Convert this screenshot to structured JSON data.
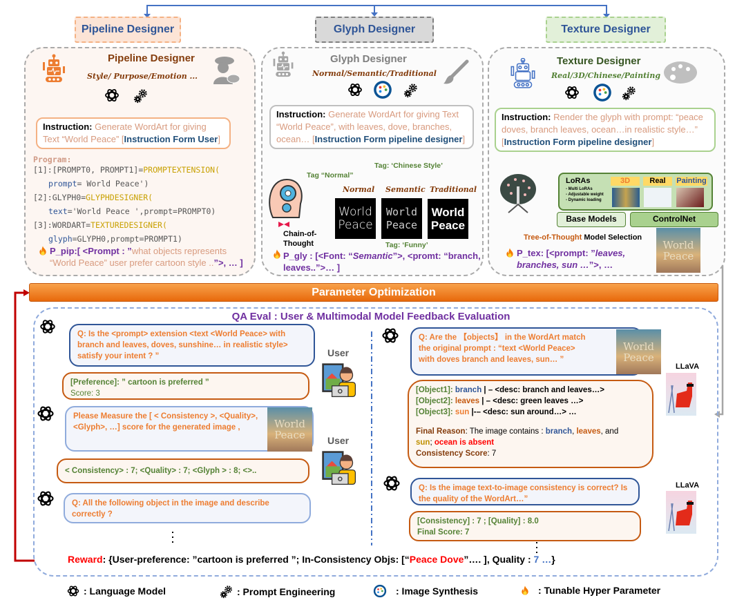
{
  "headers": {
    "pipeline": "Pipeline Designer",
    "glyph": "Glyph Designer",
    "texture": "Texture Designer"
  },
  "pipeline": {
    "title": "Pipeline Designer",
    "subtitle": "Style/ Purpose/Emotion ...",
    "instruction_label": "Instruction:",
    "instruction_text": "Generate WordArt for giving Text “World Peace” [",
    "instruction_form": "Instruction Form User",
    "instruction_end": "]",
    "program_label": "Program:",
    "code": [
      {
        "pre": "[1]:[PROMPT0, PROMPT1]=",
        "fn": "PROMPTEXTENSION(",
        "arg": ""
      },
      {
        "pre": "",
        "fn": "",
        "arg": "prompt",
        "rest": "= World Peace')"
      },
      {
        "pre": "[2]:GLYPH0=",
        "fn": "GLYPHDESIGNER(",
        "arg": ""
      },
      {
        "pre": "",
        "fn": "",
        "arg": "text",
        "rest": "='World Peace ',prompt=PROMPT0)"
      },
      {
        "pre": "[3]:WORDART=",
        "fn": "TEXTUREDESIGNER(",
        "arg": ""
      },
      {
        "pre": "",
        "fn": "",
        "arg": "glyph",
        "rest": "=GLYPH0,prompt=PROMPT1)"
      }
    ],
    "param_label": "P_pip:[ <Prompt : ”",
    "param_text": "what objects represents “World Peace” user prefer cartoon style ..",
    "param_end": "”>, … ]"
  },
  "glyph": {
    "title": "Glyph Designer",
    "subtitle": "Normal/Semantic/Traditional",
    "instruction_label": "Instruction:",
    "instruction_text": "Generate WordArt for giving Text “World Peace”, with leaves, dove, branches, ocean… [",
    "instruction_form": "Instruction Form pipeline designer",
    "instruction_end": "]",
    "tags": {
      "normal": "Tag “Normal”",
      "chinese": "Tag: ‘Chinese Style’",
      "funny": "Tag: ‘Funny’"
    },
    "styles": [
      {
        "label": "Normal",
        "text": "World Peace"
      },
      {
        "label": "Semantic",
        "text": "World Peace"
      },
      {
        "label": "Traditional",
        "text": "World Peace"
      }
    ],
    "cot": "Chain-of-Thought",
    "param_label": "P_gly : [<Font: “",
    "param_font": "Semantic",
    "param_rest": "”>, <promt: “branch, leaves..”>… ]"
  },
  "texture": {
    "title": "Texture Designer",
    "subtitle": "Real/3D/Chinese/Painting",
    "instruction_label": "Instruction:",
    "instruction_text": "Render  the glyph with prompt: “peace doves, branch leaves, ocean…in realistic style…” [",
    "instruction_form": "Instruction Form pipeline designer",
    "instruction_end": "]",
    "loras_title": "LoRAs",
    "loras_items": [
      "-  Multi LoRAs",
      "-  Adjustable weight",
      "-  Dynamic loading"
    ],
    "lora_styles": [
      "3D",
      "Real",
      "Painting"
    ],
    "base_models": "Base Models",
    "controlnet": "ControlNet",
    "tot": "Tree-of-Thought",
    "model_selection": "Model Selection",
    "param_label": "P_tex: [<prompt: ”",
    "param_text": "leaves, branches, sun …",
    "param_end": "”>, …",
    "image_text": "World Peace"
  },
  "param_opt": "Parameter Optimization",
  "qa": {
    "title": "QA Eval : User & Multimodal Model Feedback Evaluation",
    "user_label": "User",
    "llava_label": "LLaVA",
    "left": {
      "q1": "Q: Is the  <prompt> extension <text <World Peace> with branch and leaves, doves, sunshine… in realistic style> satisfy your intent ? ”",
      "a1_pref": "[Preference]: ” cartoon is preferred ”",
      "a1_score": "Score: 3",
      "q2": "Please Measure the [ < Consistency >, <Quality>, <Glyph>, …]  score for the generated image ,",
      "a2": "< Consistency> : 7;  <Quality> : 7;  <Glyph > : 8; <>..",
      "q3": "Q: All the following  object in the image and describe correctly ?"
    },
    "right": {
      "q1": "Q: Are the  【objects】 in the WordArt match the original prompt : “text <World Peace> with doves branch and leaves, sun… ”",
      "objects": [
        {
          "label": "[Object1]:",
          "name": "branch",
          "desc": "| – <desc: branch and leaves…>"
        },
        {
          "label": "[Object2]:",
          "name": "leaves",
          "desc": "| – <desc: green leaves …>"
        },
        {
          "label": "[Object3]:",
          "name": "sun",
          "desc": "|-– <desc: sun around…> …"
        }
      ],
      "final_reason_label": "Final Reason",
      "final_reason_text": ": The image contains : ",
      "fr_branch": "branch",
      "fr_leaves": "leaves",
      "fr_and": ", and",
      "fr_sun": "sun",
      "fr_absent": "ocean is absent",
      "consistency_label": "Consistency  Score",
      "consistency_value": ": 7",
      "q2": "Q: Is the  image text-to-image consistency is correct? Is the quality of the WordArt…”",
      "a2_line": "[Consistency]    : 7    ;    [Quality] : 8.0",
      "a2_final": "Final Score: 7"
    },
    "ellipsis": "⋮"
  },
  "reward": {
    "label": "Reward",
    "text1": ": {User-preference: ”cartoon is preferred ”;   In-Consistency Objs: [“",
    "dove": "Peace Dove",
    "text2": "”….  ],  Quality : ",
    "quality": "7 …",
    "end": "}"
  },
  "legend": [
    {
      "icon": "openai-logo-icon",
      "label": ": Language Model"
    },
    {
      "icon": "gears-icon",
      "label": ": Prompt Engineering"
    },
    {
      "icon": "palette-icon",
      "label": ": Image Synthesis"
    },
    {
      "icon": "fire-icon",
      "label": ": Tunable Hyper Parameter"
    }
  ],
  "colors": {
    "pipeline": "#f4b183",
    "glyph": "#a6a6a6",
    "texture": "#a9d18e",
    "blue": "#4472c4",
    "purple": "#7030a0",
    "orange": "#ed7d31",
    "red": "#ff0000",
    "param_bar": "#f07a1a"
  }
}
